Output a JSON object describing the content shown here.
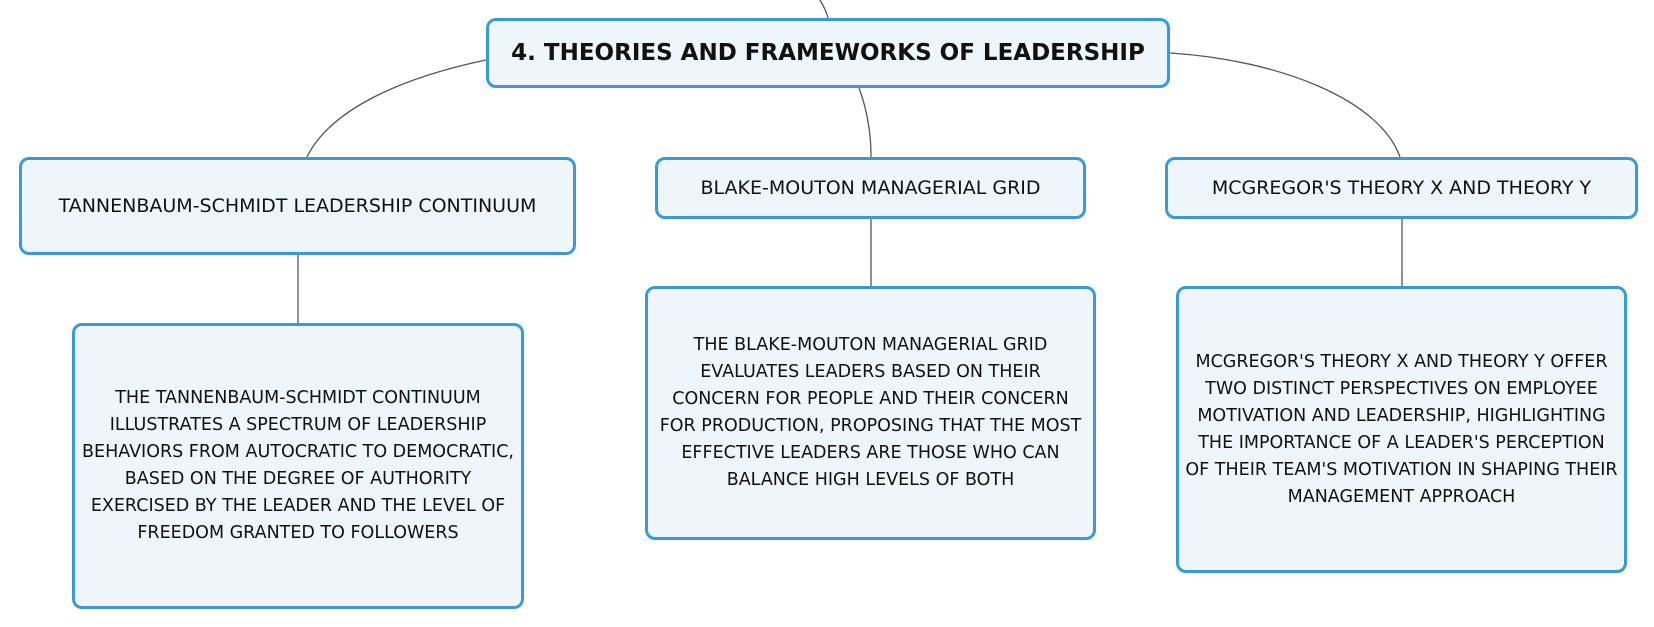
{
  "diagram": {
    "root": {
      "title": "4. THEORIES AND FRAMEWORKS OF LEADERSHIP"
    },
    "branches": [
      {
        "title": "TANNENBAUM-SCHMIDT LEADERSHIP CONTINUUM",
        "detail": "THE TANNENBAUM-SCHMIDT CONTINUUM ILLUSTRATES A SPECTRUM OF LEADERSHIP BEHAVIORS FROM AUTOCRATIC TO DEMOCRATIC, BASED ON THE DEGREE OF AUTHORITY EXERCISED BY THE LEADER AND THE LEVEL OF FREEDOM GRANTED TO FOLLOWERS"
      },
      {
        "title": "BLAKE-MOUTON MANAGERIAL GRID",
        "detail": "THE BLAKE-MOUTON MANAGERIAL GRID EVALUATES LEADERS BASED ON THEIR CONCERN FOR PEOPLE AND THEIR CONCERN FOR PRODUCTION, PROPOSING THAT THE MOST EFFECTIVE LEADERS ARE THOSE WHO CAN BALANCE HIGH LEVELS OF BOTH"
      },
      {
        "title": "MCGREGOR'S THEORY X AND THEORY Y",
        "detail": "MCGREGOR'S THEORY X AND THEORY Y OFFER TWO DISTINCT PERSPECTIVES ON EMPLOYEE MOTIVATION AND LEADERSHIP, HIGHLIGHTING THE IMPORTANCE OF A LEADER'S PERCEPTION OF THEIR TEAM'S MOTIVATION IN SHAPING THEIR MANAGEMENT APPROACH"
      }
    ]
  },
  "colors": {
    "node_border": "#3a9ad9",
    "node_fill": "#eef6fc",
    "connector": "#555555"
  }
}
